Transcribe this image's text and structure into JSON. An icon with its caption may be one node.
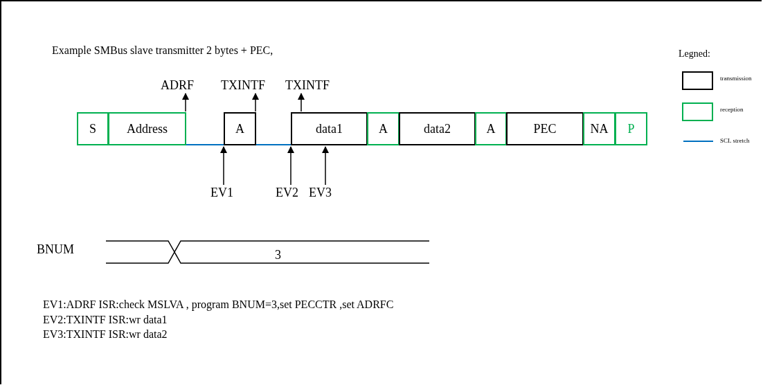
{
  "diagram": {
    "title": "Example SMBus slave transmitter 2 bytes + PEC,",
    "nodes": [
      {
        "text": [
          "ADRF"
        ]
      },
      {
        "text": [
          "TXINTF"
        ]
      },
      {
        "text": [
          "TXINTF"
        ]
      },
      {
        "text": [
          "S"
        ]
      },
      {
        "text": [
          "Address"
        ]
      },
      {
        "text": [
          "A"
        ]
      },
      {
        "text": [
          "data1"
        ]
      },
      {
        "text": [
          "A"
        ]
      },
      {
        "text": [
          "data2"
        ]
      },
      {
        "text": [
          "A"
        ]
      },
      {
        "text": [
          "PEC"
        ]
      },
      {
        "text": [
          "NA"
        ]
      },
      {
        "text": [
          "P"
        ]
      },
      {
        "text": [
          "EV1"
        ]
      },
      {
        "text": [
          "EV2"
        ]
      },
      {
        "text": [
          "EV3"
        ]
      }
    ],
    "edges": [
      {
        "from": 4,
        "to": 0,
        "arrow": "to"
      },
      {
        "from": 5,
        "to": 1,
        "arrow": "to"
      },
      {
        "from": 6,
        "to": 2,
        "arrow": "to"
      },
      {
        "from": 13,
        "to": 5,
        "arrow": "to"
      },
      {
        "from": 14,
        "to": 6,
        "arrow": "to"
      },
      {
        "from": 15,
        "to": 6,
        "arrow": "to"
      },
      {
        "from": 4,
        "to": 5,
        "arrow": "none",
        "color": "#0070c0"
      },
      {
        "from": 5,
        "to": 6,
        "arrow": "none",
        "color": "#0070c0"
      }
    ],
    "labels": [
      "Legned:",
      "BNUM",
      "3",
      "EV1:ADRF ISR:check MSLVA , program BNUM=3,set PECCTR ,set ADRFC EV2:TXINTF ISR:wr data1",
      "EV3:TXINTF ISR:wr data2"
    ],
    "legend": [
      {
        "text": "transmission",
        "color": "#000000"
      },
      {
        "text": "reception",
        "color": "#00b050"
      },
      {
        "text": "SCL stretch",
        "color": "#0070c0"
      }
    ]
  }
}
